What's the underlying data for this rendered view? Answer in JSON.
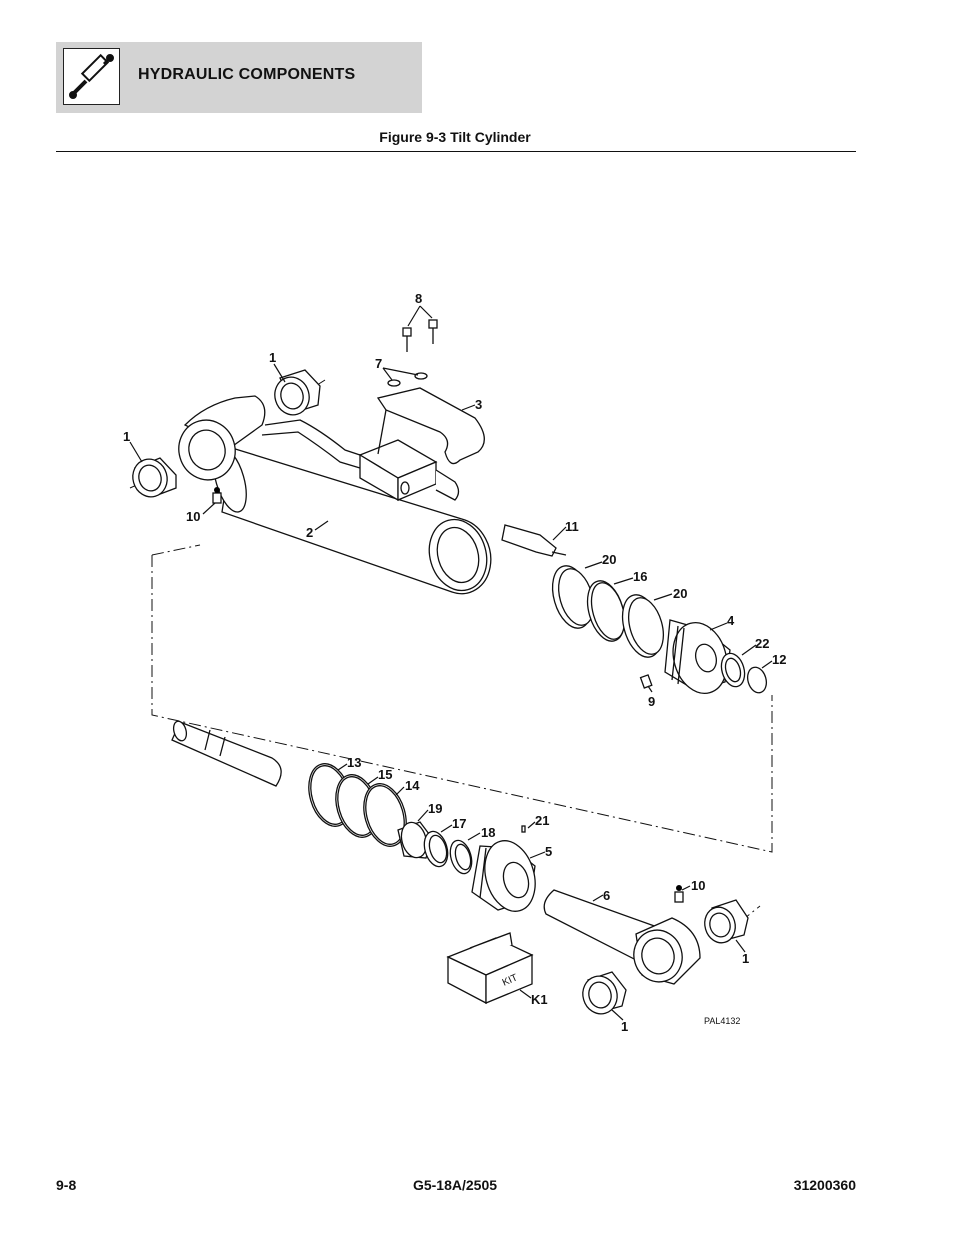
{
  "header": {
    "title": "HYDRAULIC COMPONENTS",
    "icon": "hydraulic-cylinder-icon"
  },
  "figure": {
    "title": "Figure 9-3 Tilt Cylinder",
    "drawing_code": "PAL4132",
    "kit_box_label": "KIT"
  },
  "callouts": {
    "c8": "8",
    "c7": "7",
    "c3": "3",
    "c1a": "1",
    "c1b": "1",
    "c10a": "10",
    "c2": "2",
    "c11": "11",
    "c20a": "20",
    "c16": "16",
    "c20b": "20",
    "c4": "4",
    "c22": "22",
    "c12": "12",
    "c9": "9",
    "c13": "13",
    "c15": "15",
    "c14": "14",
    "c19": "19",
    "c17": "17",
    "c18": "18",
    "c21": "21",
    "c5": "5",
    "c6": "6",
    "c10b": "10",
    "c1c": "1",
    "c1d": "1",
    "cK1": "K1"
  },
  "footer": {
    "page": "9-8",
    "model": "G5-18A/2505",
    "doc_number": "31200360"
  }
}
